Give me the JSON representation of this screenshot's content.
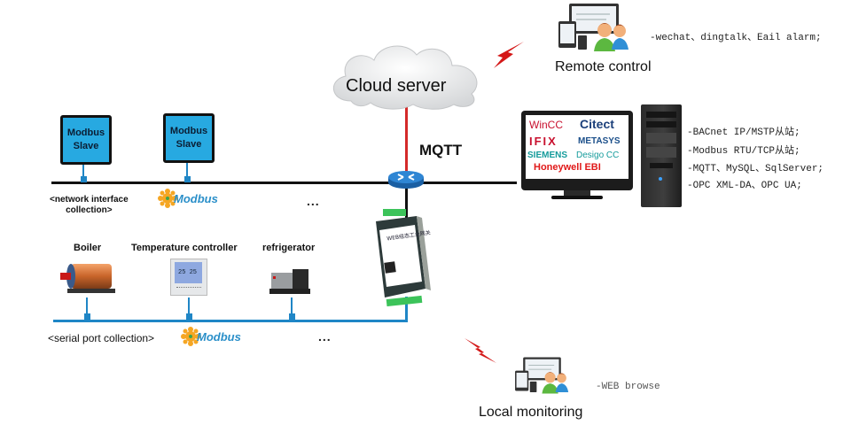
{
  "cloud": {
    "label": "Cloud server"
  },
  "protocol": {
    "label": "MQTT"
  },
  "remote": {
    "label": "Remote control",
    "features": "-wechat、dingtalk、Eail alarm;"
  },
  "local": {
    "label": "Local monitoring",
    "features": "-WEB browse"
  },
  "scada": {
    "brands": [
      {
        "name": "WinCC",
        "color": "#c8102e"
      },
      {
        "name": "Citect",
        "color": "#1b3f7a"
      },
      {
        "name": "IFIX",
        "color": "#c8102e"
      },
      {
        "name": "METASYS",
        "color": "#1b4f8a"
      },
      {
        "name": "SIEMENS",
        "color": "#149b9b"
      },
      {
        "name": "Desigo CC",
        "color": "#149b9b"
      },
      {
        "name": "Honeywell EBI",
        "color": "#e01818"
      }
    ],
    "features": [
      "-BACnet IP/MSTP从站;",
      "-Modbus RTU/TCP从站;",
      "-MQTT、MySQL、SqlServer;",
      "-OPC XML-DA、OPC UA;"
    ]
  },
  "network_bus": {
    "slaves": [
      {
        "line1": "Modbus",
        "line2": "Slave"
      },
      {
        "line1": "Modbus",
        "line2": "Slave"
      }
    ],
    "label_line1": "<network interface",
    "label_line2": "collection>",
    "logo": "Modbus",
    "more": "..."
  },
  "serial_bus": {
    "devices": [
      {
        "label": "Boiler"
      },
      {
        "label": "Temperature controller"
      },
      {
        "label": "refrigerator"
      }
    ],
    "label": "<serial port collection>",
    "logo": "Modbus",
    "more": "..."
  },
  "gateway": {
    "title": "WEB组态工业网关"
  },
  "colors": {
    "bus_blue": "#1f86c6",
    "uplink_red": "#d42a2a",
    "slave_fill": "#27a9e1",
    "router_blue": "#2577c3"
  }
}
